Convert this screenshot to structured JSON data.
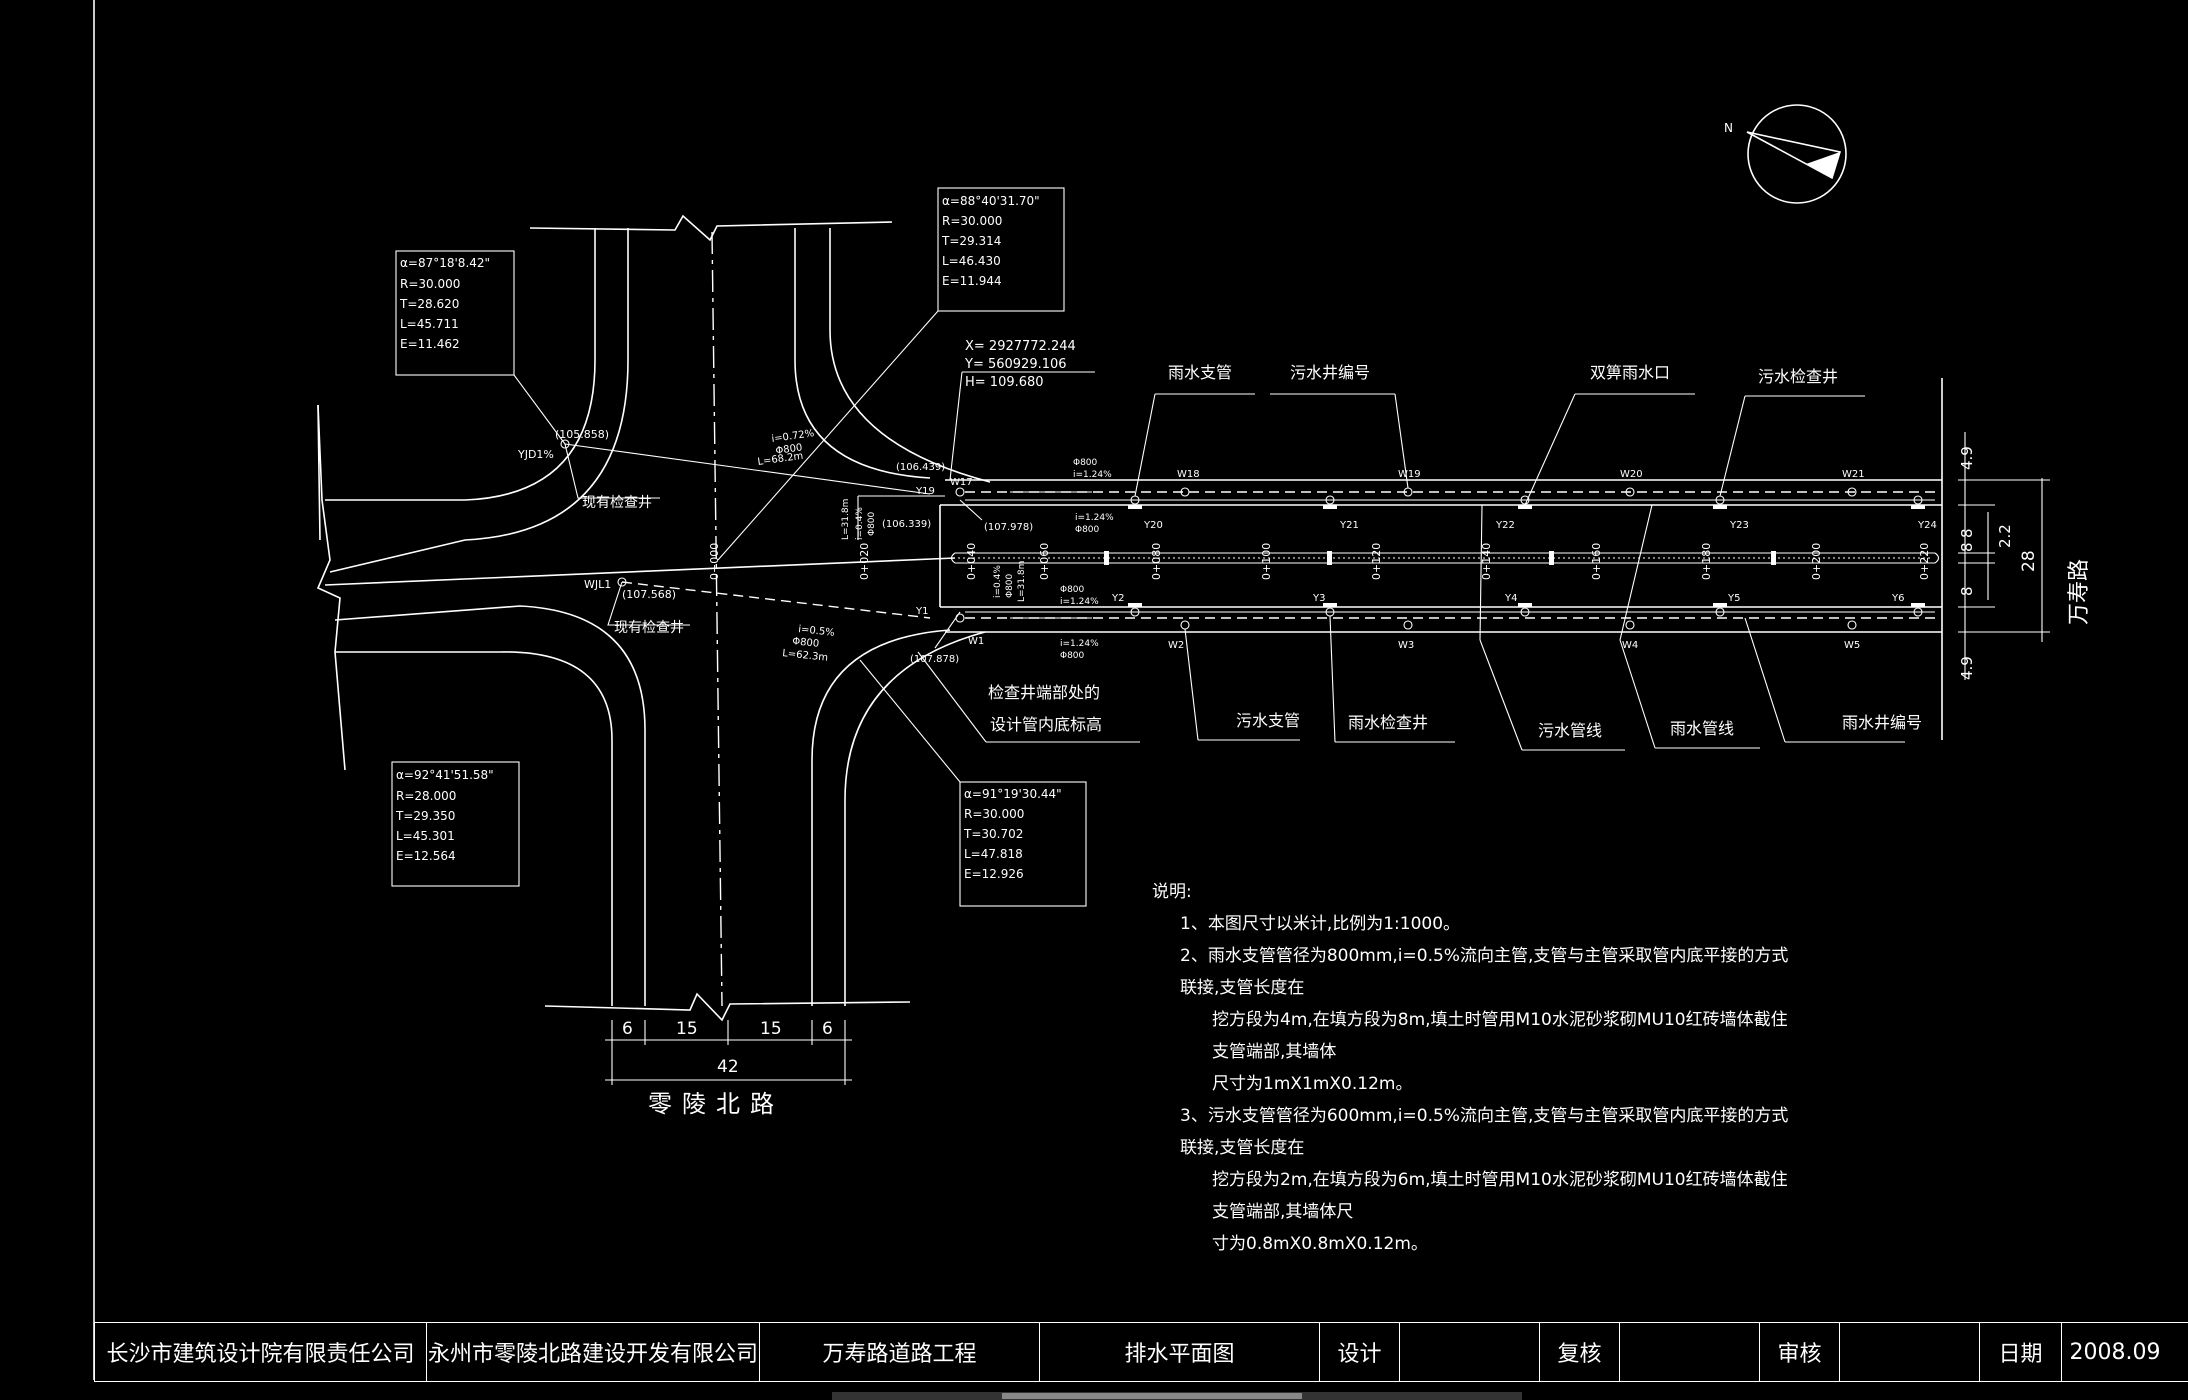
{
  "curves": [
    {
      "alpha": "α=87°18'8.42\"",
      "R": "R=30.000",
      "T": "T=28.620",
      "L": "L=45.711",
      "E": "E=11.462"
    },
    {
      "alpha": "α=88°40'31.70\"",
      "R": "R=30.000",
      "T": "T=29.314",
      "L": "L=46.430",
      "E": "E=11.944"
    },
    {
      "alpha": "α=92°41'51.58\"",
      "R": "R=28.000",
      "T": "T=29.350",
      "L": "L=45.301",
      "E": "E=12.564"
    },
    {
      "alpha": "α=91°19'30.44\"",
      "R": "R=30.000",
      "T": "T=30.702",
      "L": "L=47.818",
      "E": "E=12.926"
    }
  ],
  "coords": {
    "x": "X= 2927772.244",
    "y": "Y= 560929.106",
    "h": "H= 109.680"
  },
  "top_callouts": [
    "雨水支管",
    "污水井编号",
    "双箅雨水口",
    "污水检查井"
  ],
  "bottom_callouts": [
    "污水支管",
    "雨水检查井",
    "污水管线",
    "雨水管线",
    "雨水井编号"
  ],
  "left_labels": {
    "existing_well_1": "现有检查井",
    "existing_well_2": "现有检查井",
    "yjd": "YJD1%",
    "wjl": "WJL1",
    "elev_1": "(105.858)",
    "elev_2": "(107.568)",
    "grade_1a": "i=0.72%",
    "grade_1b": "Φ800",
    "grade_1c": "L=68.2m",
    "grade_2a": "i=0.5%",
    "grade_2b": "Φ800",
    "grade_2c": "L=62.3m"
  },
  "junction_labels": {
    "elev_a": "(106.439)",
    "elev_b": "(106.339)",
    "elev_c": "(107.978)",
    "elev_d": "(107.878)",
    "y19": "Y19",
    "w17": "W17",
    "y1": "Y1",
    "w1": "W1",
    "pipe_a": "Φ800",
    "pipe_a_i": "i=1.24%",
    "pipe_b": "i=1.24%",
    "pipe_b_d": "Φ800",
    "pipe_c": "Φ800",
    "pipe_c_i": "i=1.24%",
    "pipe_d": "i=1.24%",
    "pipe_d_d": "Φ800",
    "vert_1": "L=31.8m",
    "vert_2": "i=0.4%",
    "vert_3": "Φ800",
    "vert_4": "i=0.4%",
    "vert_5": "Φ800",
    "vert_6": "L=31.8m"
  },
  "invert_note": {
    "line1": "检查井端部处的",
    "line2": "设计管内底标高"
  },
  "wells_top_y": [
    "Y20",
    "Y21",
    "Y22",
    "Y23",
    "Y24"
  ],
  "wells_top_w": [
    "W18",
    "W19",
    "W20",
    "W21"
  ],
  "wells_bottom_y": [
    "Y2",
    "Y3",
    "Y4",
    "Y5",
    "Y6"
  ],
  "wells_bottom_w": [
    "W2",
    "W3",
    "W4",
    "W5"
  ],
  "stations": [
    "0+000",
    "0+020",
    "0+040",
    "0+060",
    "0+080",
    "0+100",
    "0+120",
    "0+140",
    "0+160",
    "0+180",
    "0+200",
    "0+220"
  ],
  "road_dims": [
    "4.9",
    "8",
    "2.2",
    "8",
    "8",
    "4.9"
  ],
  "road_total": "28",
  "road_name": "万寿路",
  "cross_dims": [
    "6",
    "15",
    "15",
    "6"
  ],
  "cross_total": "42",
  "cross_road_name": "零陵北路",
  "north": "N",
  "notes": {
    "title": "说明:",
    "items": [
      "1、本图尺寸以米计,比例为1:1000。",
      "2、雨水支管管径为800mm,i=0.5%流向主管,支管与主管采取管内底平接的方式联接,支管长度在",
      "挖方段为4m,在填方段为8m,填土时管用M10水泥砂浆砌MU10红砖墙体截住支管端部,其墙体",
      "尺寸为1mX1mX0.12m。",
      "3、污水支管管径为600mm,i=0.5%流向主管,支管与主管采取管内底平接的方式联接,支管长度在",
      "挖方段为2m,在填方段为6m,填土时管用M10水泥砂浆砌MU10红砖墙体截住支管端部,其墙体尺",
      "寸为0.8mX0.8mX0.12m。"
    ]
  },
  "title_block": [
    "长沙市建筑设计院有限责任公司",
    "永州市零陵北路建设开发有限公司",
    "万寿路道路工程",
    "排水平面图",
    "设计",
    "",
    "复核",
    "",
    "审核",
    "",
    "日期",
    "2008.09"
  ]
}
